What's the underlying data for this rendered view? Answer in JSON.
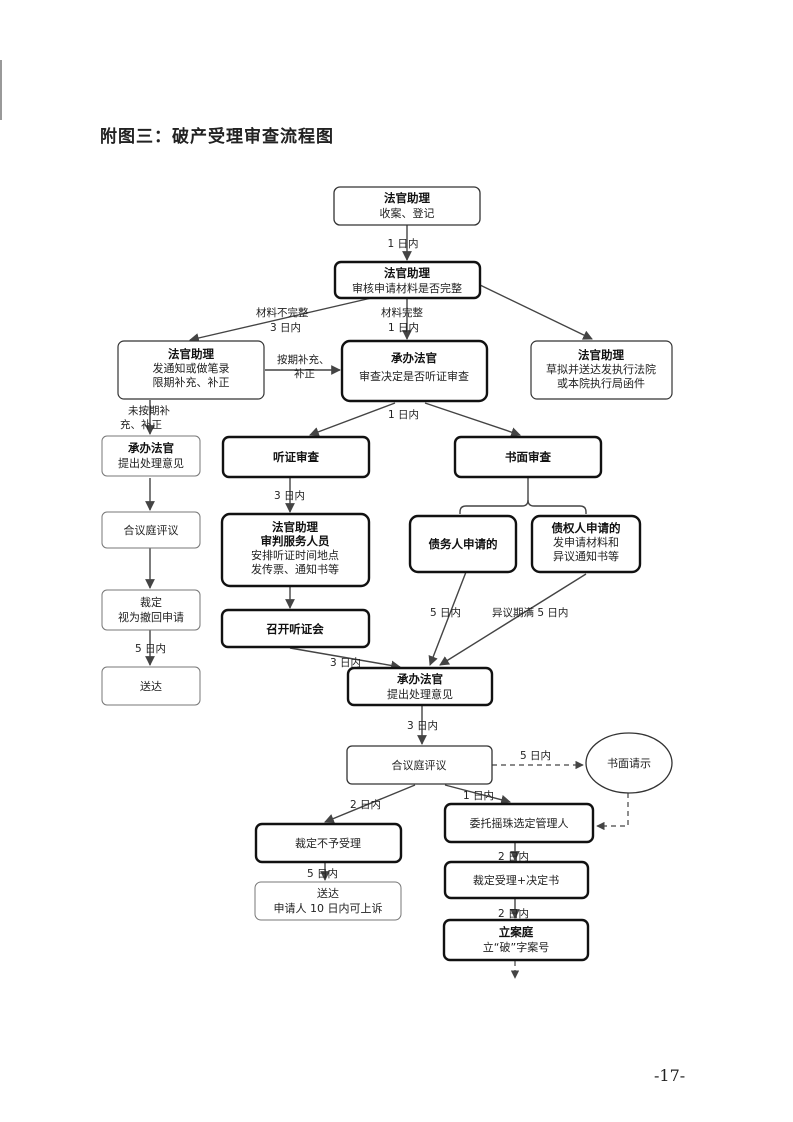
{
  "page": {
    "title": "附图三：破产受理审查流程图",
    "page_number": "-17-"
  },
  "nodes": {
    "n1": {
      "role": "法官助理",
      "text": "收案、登记"
    },
    "n2": {
      "role": "法官助理",
      "text": "审核申请材料是否完整"
    },
    "n3": {
      "role": "法官助理",
      "line1": "发通知或做笔录",
      "line2": "限期补充、补正"
    },
    "n4": {
      "role": "承办法官",
      "text": "审查决定是否听证审查"
    },
    "n5": {
      "role": "法官助理",
      "line1": "草拟并送达发执行法院",
      "line2": "或本院执行局函件"
    },
    "n6": {
      "role": "承办法官",
      "text": "提出处理意见"
    },
    "n7": {
      "text": "合议庭评议"
    },
    "n8": {
      "role": "裁定",
      "text": "视为撤回申请"
    },
    "n9": {
      "text": "送达"
    },
    "n10": {
      "text": "听证审查"
    },
    "n11": {
      "text": "书面审查"
    },
    "n12": {
      "role": "法官助理",
      "line1": "审判服务人员",
      "line2": "安排听证时间地点",
      "line3": "发传票、通知书等"
    },
    "n13": {
      "text": "召开听证会"
    },
    "n14": {
      "text": "债务人申请的"
    },
    "n15": {
      "line1": "债权人申请的",
      "line2": "发申请材料和",
      "line3": "异议通知书等"
    },
    "n16": {
      "role": "承办法官",
      "text": "提出处理意见"
    },
    "n17": {
      "text": "合议庭评议"
    },
    "n18": {
      "text": "书面请示"
    },
    "n19": {
      "text": "裁定不予受理"
    },
    "n20": {
      "text": "委托摇珠选定管理人"
    },
    "n21": {
      "line1": "送达",
      "line2": "申请人 10 日内可上诉"
    },
    "n22": {
      "text": "裁定受理+决定书"
    },
    "n23": {
      "role": "立案庭",
      "text": "立“破”字案号"
    }
  },
  "edge_labels": {
    "e1": "1 日内",
    "e_incomplete_a": "材料不完整",
    "e_incomplete_b": "3 日内",
    "e_complete_a": "材料完整",
    "e_complete_b": "1 日内",
    "e_supplement_a": "按期补充、",
    "e_supplement_b": "补正",
    "e_late_a": "未按期补",
    "e_late_b": "充、补正",
    "e_split": "1 日内",
    "e_hearing": "3 日内",
    "e_debtor": "5 日内",
    "e_creditor": "异议期满 5 日内",
    "e_meeting": "3 日内",
    "e_to_collegial": "3 日内",
    "e_request": "5 日内",
    "e_reject": "2 日内",
    "e_accept": "1 日内",
    "e_reject_send": "5 日内",
    "e_accept_doc": "2 日内",
    "e_register": "2 日内",
    "e_left_send": "5 日内"
  }
}
